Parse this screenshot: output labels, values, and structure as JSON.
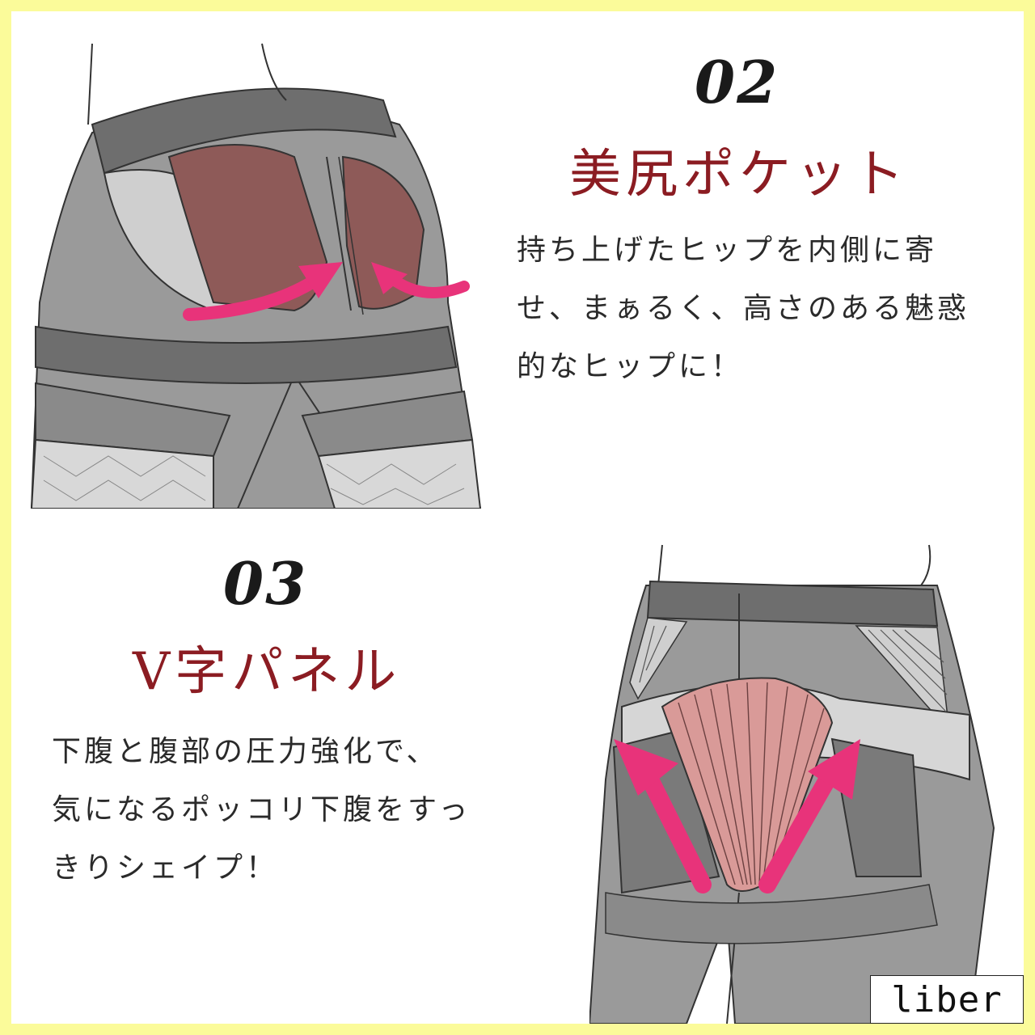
{
  "section2": {
    "number": "02",
    "title": "美尻ポケット",
    "lines": [
      "持ち上げたヒップを内側に寄",
      "せ、まぁるく、高さのある魅惑",
      "的なヒップに！"
    ]
  },
  "section3": {
    "number": "03",
    "title": "V字パネル",
    "lines": [
      "下腹と腹部の圧力強化で、",
      "気になるポッコリ下腹をすっ",
      "きりシェイプ！"
    ]
  },
  "watermark": "liber",
  "colors": {
    "title": "#8b1c22",
    "arrow": "#e8337a",
    "hip_panel": "#8e5a58",
    "v_panel": "#d99a98",
    "garment": "#9a9a9a",
    "garment_dark": "#6e6e6e",
    "garment_light": "#cfcfcf",
    "border": "#fbfb9a"
  }
}
